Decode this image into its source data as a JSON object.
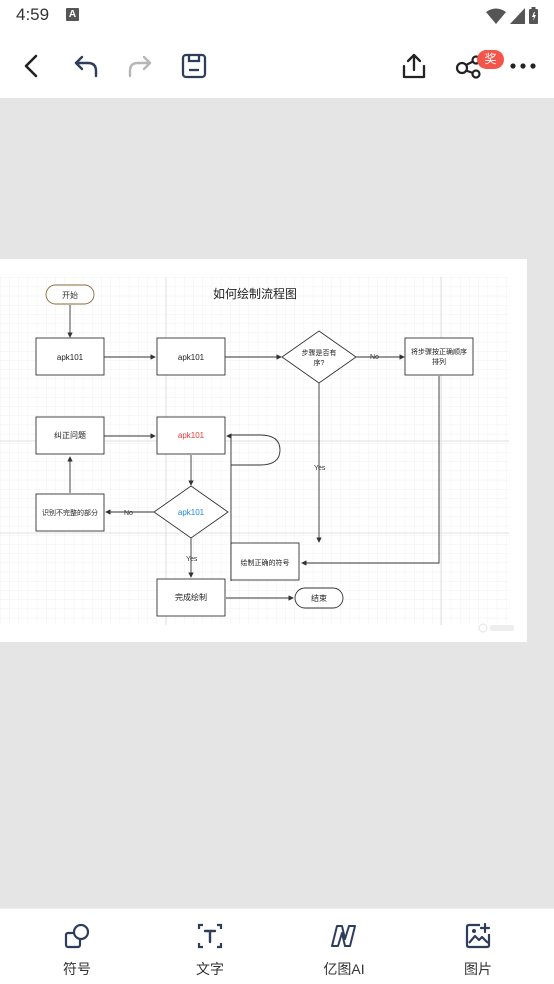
{
  "status_bar": {
    "time": "4:59",
    "notif_letter": "A"
  },
  "toolbar": {
    "badge": "奖"
  },
  "diagram": {
    "title": "如何绘制流程图",
    "nodes": {
      "start": "开始",
      "box1": "apk101",
      "box2": "apk101",
      "decision1_line1": "步骤是否有",
      "decision1_line2": "序?",
      "sort_line1": "将步骤按正确顺序",
      "sort_line2": "排列",
      "fix": "纠正问题",
      "box3": "apk101",
      "identify": "识别不完整的部分",
      "decision2": "apk101",
      "draw_symbols": "绘制正确的符号",
      "complete": "完成绘制",
      "end": "结束"
    },
    "edges": {
      "no1": "No",
      "yes1": "Yes",
      "no2": "No",
      "yes2": "Yes"
    },
    "colors": {
      "box3_text": "#e53935",
      "decision2_text": "#1e88e5"
    }
  },
  "bottom_bar": {
    "items": [
      {
        "label": "符号",
        "icon": "shapes-icon"
      },
      {
        "label": "文字",
        "icon": "text-icon"
      },
      {
        "label": "亿图AI",
        "icon": "ai-icon"
      },
      {
        "label": "图片",
        "icon": "image-add-icon"
      }
    ]
  }
}
